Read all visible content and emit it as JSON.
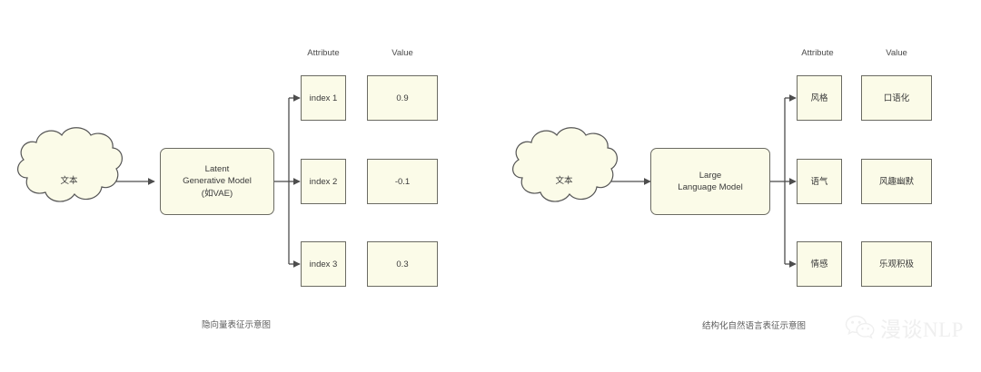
{
  "background": "#ffffff",
  "palette": {
    "node_fill": "#fbfbe8",
    "node_stroke": "#6b6b63",
    "edge": "#4d4d4d",
    "text": "#3a3a3a",
    "caption": "#5c5c5c",
    "watermark": "#e2e2e2"
  },
  "panels": [
    {
      "id": "latent",
      "source": {
        "label": "文本",
        "shape": "cloud"
      },
      "model": {
        "label": "Latent\nGenerative Model\n(如VAE)"
      },
      "headers": {
        "attribute": "Attribute",
        "value": "Value"
      },
      "rows": [
        {
          "attribute": "index 1",
          "value": "0.9"
        },
        {
          "attribute": "index 2",
          "value": "-0.1"
        },
        {
          "attribute": "index 3",
          "value": "0.3"
        }
      ],
      "caption": "隐向量表征示意图"
    },
    {
      "id": "llm",
      "source": {
        "label": "文本",
        "shape": "cloud"
      },
      "model": {
        "label": "Large\nLanguage Model"
      },
      "headers": {
        "attribute": "Attribute",
        "value": "Value"
      },
      "rows": [
        {
          "attribute": "风格",
          "value": "口语化"
        },
        {
          "attribute": "语气",
          "value": "风趣幽默"
        },
        {
          "attribute": "情感",
          "value": "乐观积极"
        }
      ],
      "caption": "结构化自然语言表征示意图"
    }
  ],
  "watermark": {
    "icon": "wechat-icon",
    "text": "漫谈NLP"
  }
}
